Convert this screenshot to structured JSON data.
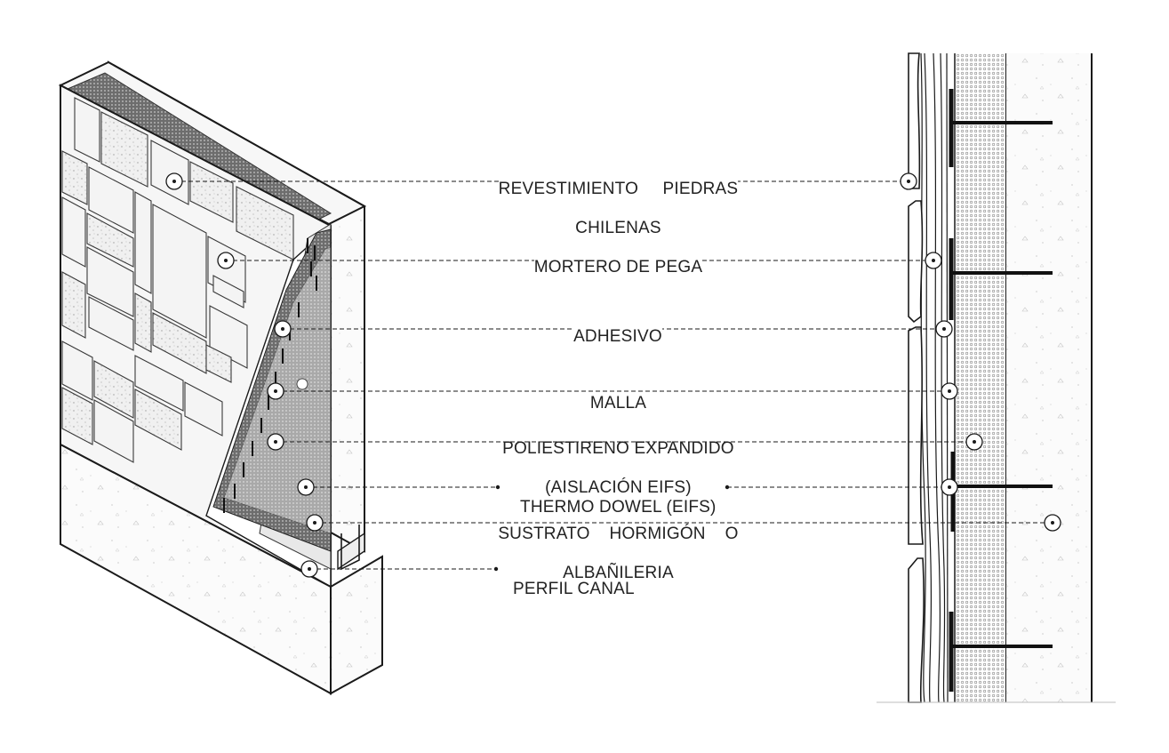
{
  "labels": {
    "revestimiento": {
      "line1": "REVESTIMIENTO     PIEDRAS",
      "line2": "CHILENAS"
    },
    "mortero": "MORTERO DE PEGA",
    "adhesivo": "ADHESIVO",
    "malla": "MALLA",
    "poliestireno": {
      "line1": "POLIESTIRENO EXPANDIDO",
      "line2": "(AISLACIÓN EIFS)"
    },
    "thermo_dowel": "THERMO DOWEL (EIFS)",
    "sustrato": {
      "line1": "SUSTRATO    HORMIGÓN    O",
      "line2": "ALBAÑILERIA"
    },
    "perfil_canal": "PERFIL CANAL"
  },
  "colors": {
    "line": "#1a1a1a",
    "stone": "#f4f4f4",
    "mortar": "#9a9a9a",
    "concrete": "#fbfbfb"
  }
}
